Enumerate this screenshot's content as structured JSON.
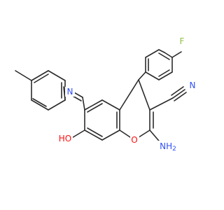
{
  "atoms": {
    "fluorine": {
      "text": "F",
      "color": "#8fbf3f"
    },
    "nitrogen_nitrile": {
      "text": "N",
      "color": "#3050f8"
    },
    "nitrogen_imine": {
      "text": "N",
      "color": "#3050f8"
    },
    "amine": {
      "text": "NH",
      "sub": "2",
      "color": "#3050f8"
    },
    "hydroxyl": {
      "text": "HO",
      "color": "#ff0d0d"
    },
    "ring_oxygen": {
      "text": "O",
      "color": "#ff0d0d"
    }
  }
}
